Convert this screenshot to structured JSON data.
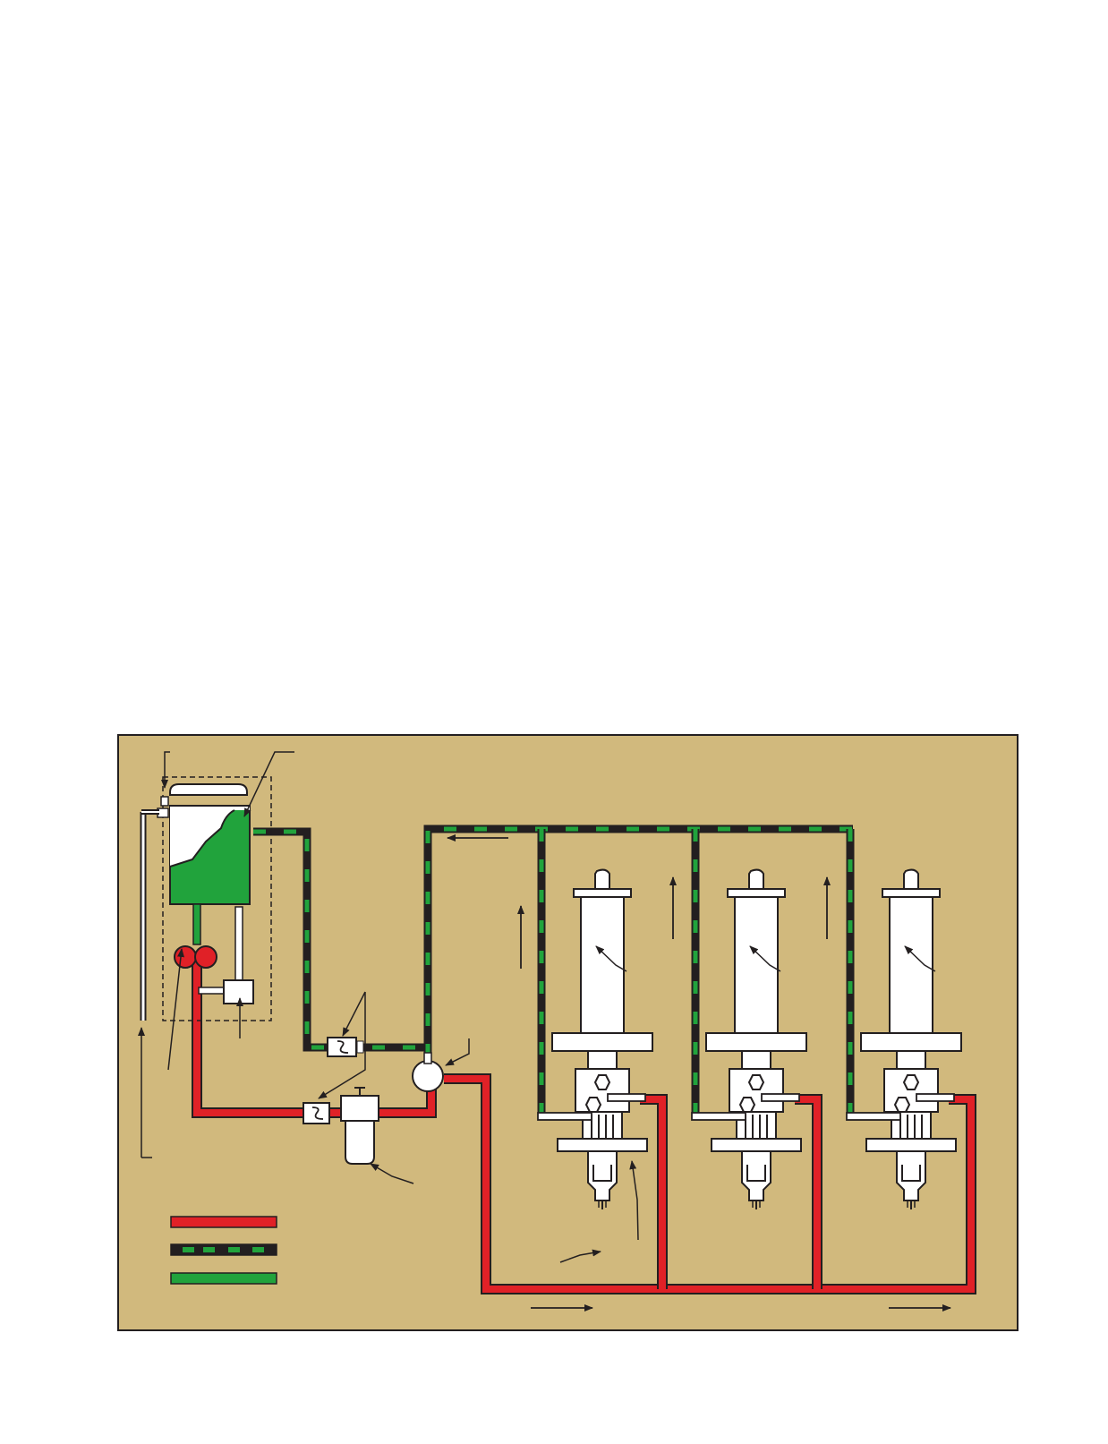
{
  "diagram": {
    "type": "fuel-system-schematic",
    "colors": {
      "background_panel": "#d1b97d",
      "page": "#ffffff",
      "supply_line": "#e02127",
      "return_line_dark": "#231f20",
      "return_line_green": "#21a33c",
      "tank_fuel": "#21a33c",
      "component": "#ffffff",
      "outline": "#231f20"
    },
    "legend": [
      {
        "key": "red-solid",
        "color": "#e02127",
        "pattern": "solid"
      },
      {
        "key": "black-green-dashed",
        "color": "#231f20",
        "pattern": "dashed-green"
      },
      {
        "key": "green-solid",
        "color": "#21a33c",
        "pattern": "solid"
      }
    ],
    "injector_count": 3,
    "flow_arrows": [
      "left",
      "up",
      "up",
      "up",
      "right",
      "right"
    ]
  }
}
